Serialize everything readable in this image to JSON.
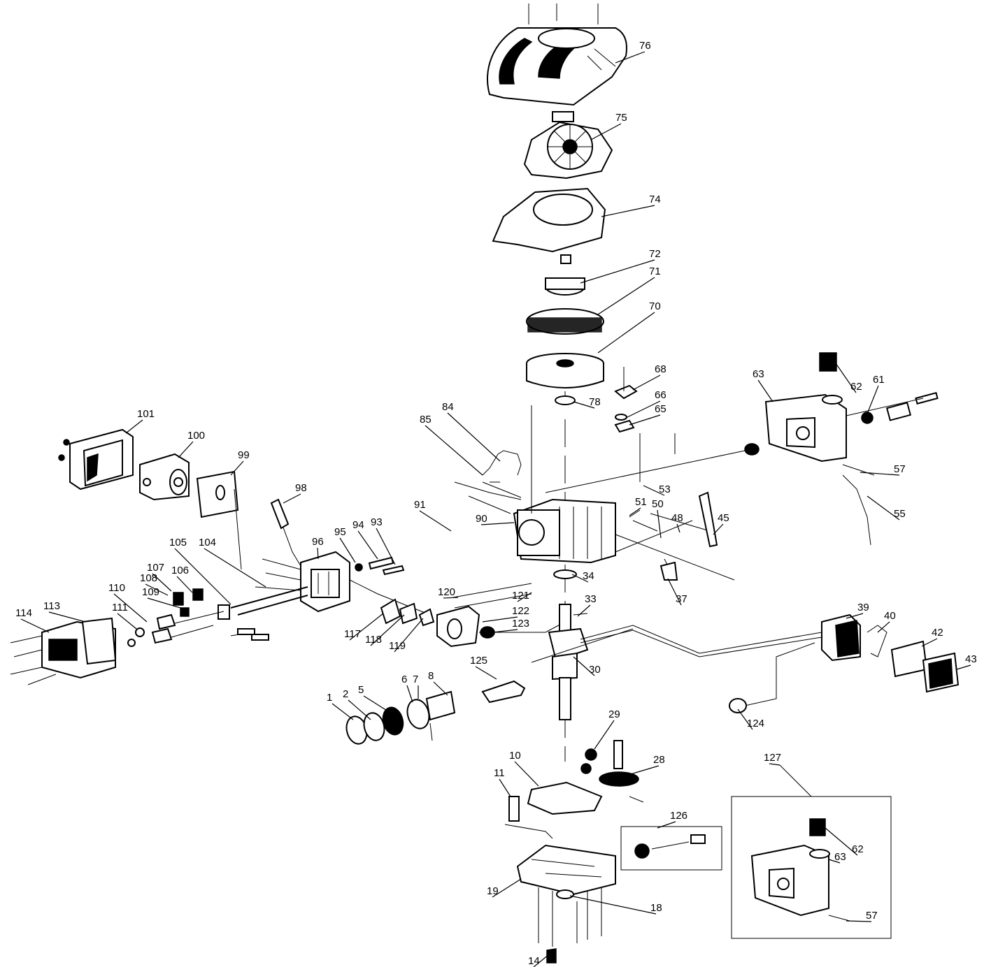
{
  "labels": [
    "76",
    "75",
    "74",
    "72",
    "71",
    "70",
    "68",
    "66",
    "65",
    "78",
    "63",
    "62",
    "61",
    "57",
    "55",
    "84",
    "85",
    "53",
    "101",
    "100",
    "99",
    "98",
    "91",
    "90",
    "51",
    "50",
    "48",
    "45",
    "96",
    "95",
    "94",
    "93",
    "105",
    "104",
    "107",
    "106",
    "108",
    "109",
    "110",
    "111",
    "114",
    "113",
    "34",
    "37",
    "120",
    "121",
    "33",
    "122",
    "123",
    "117",
    "118",
    "119",
    "39",
    "40",
    "42",
    "43",
    "30",
    "125",
    "1",
    "2",
    "5",
    "6",
    "7",
    "8",
    "124",
    "29",
    "28",
    "10",
    "11",
    "127",
    "126",
    "62",
    "63",
    "57",
    "19",
    "18",
    "14"
  ]
}
